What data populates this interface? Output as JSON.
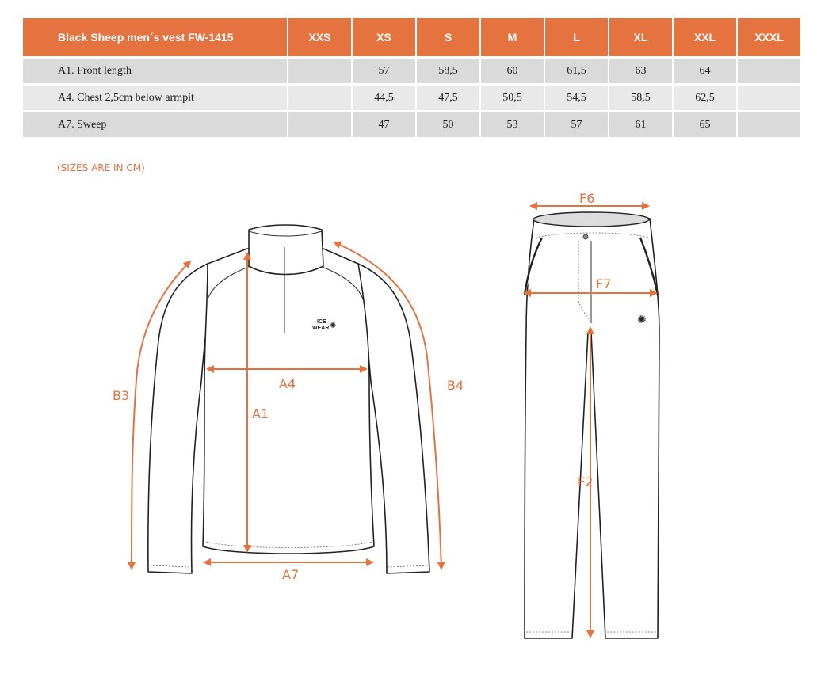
{
  "table": {
    "title": "Black Sheep men´s vest FW-1415",
    "sizes": [
      "XXS",
      "XS",
      "S",
      "M",
      "L",
      "XL",
      "XXL",
      "XXXL"
    ],
    "rows": [
      {
        "label": "A1. Front length",
        "values": [
          "",
          "57",
          "58,5",
          "60",
          "61,5",
          "63",
          "64",
          ""
        ]
      },
      {
        "label": "A4. Chest 2,5cm below armpit",
        "values": [
          "",
          "44,5",
          "47,5",
          "50,5",
          "54,5",
          "58,5",
          "62,5",
          ""
        ]
      },
      {
        "label": "A7. Sweep",
        "values": [
          "",
          "47",
          "50",
          "53",
          "57",
          "61",
          "65",
          ""
        ]
      }
    ]
  },
  "note": "(SIZES ARE IN CM)",
  "diagram": {
    "jacket_labels": {
      "a1": "A1",
      "a4": "A4",
      "a7": "A7",
      "b3": "B3",
      "b4": "B4"
    },
    "pants_labels": {
      "f6": "F6",
      "f7": "F7",
      "f2": "F2"
    },
    "logo_text": [
      "ICE",
      "WEAR"
    ],
    "accent_color": "#e4733f"
  }
}
